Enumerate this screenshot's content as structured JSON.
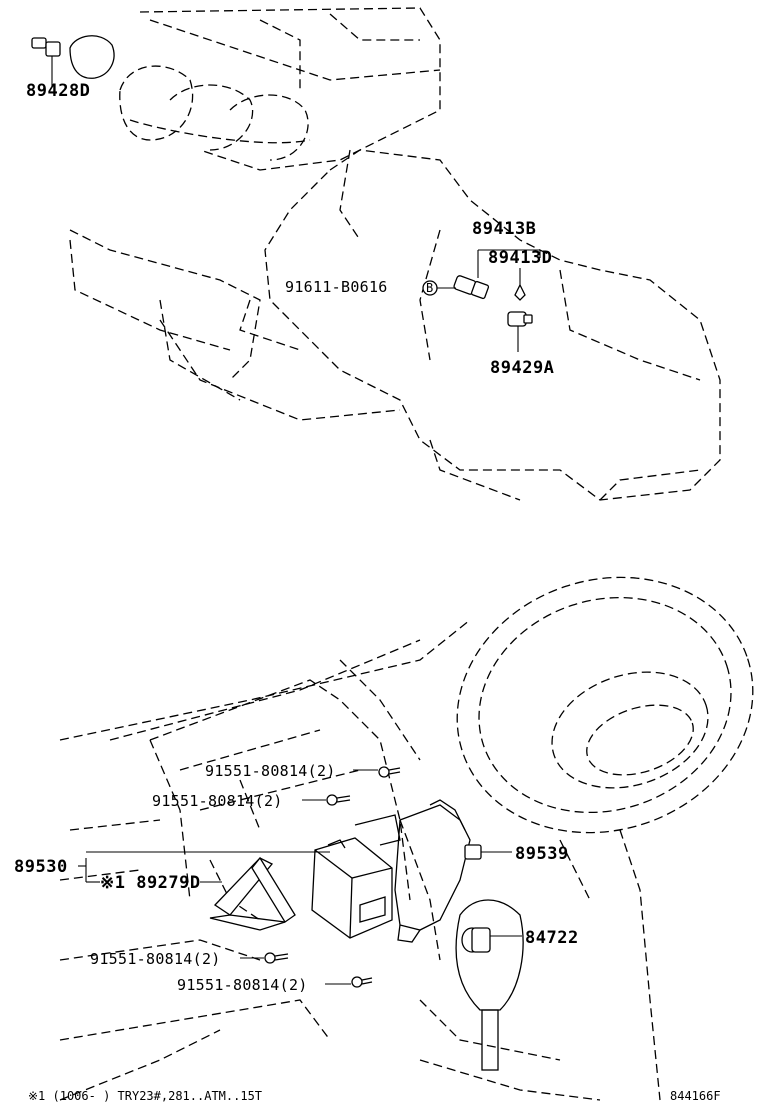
{
  "callouts": {
    "c89428D": "89428D",
    "c89413B": "89413B",
    "c89413D": "89413D",
    "c91611": "91611-B0616",
    "c89429A": "89429A",
    "c91551a": "91551-80814(2)",
    "c91551b": "91551-80814(2)",
    "c91551c": "91551-80814(2)",
    "c91551d": "91551-80814(2)",
    "c89530": "89530",
    "c89279D": "※1 89279D",
    "c89539": "89539",
    "c84722": "84722"
  },
  "footer": {
    "note": "※1 (1006-   ) TRY23#,281..ATM..15T",
    "code": "844166F"
  }
}
